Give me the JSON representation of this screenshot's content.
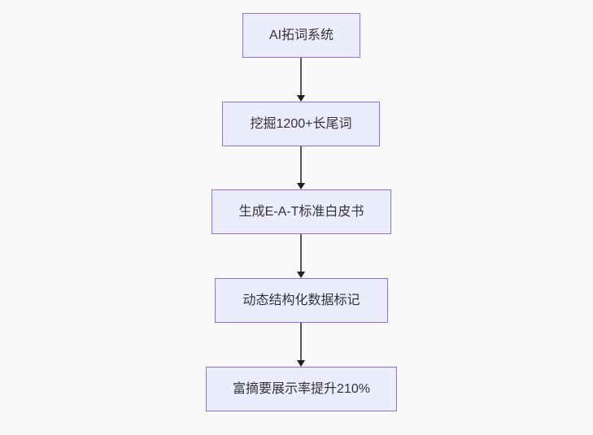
{
  "diagram": {
    "type": "flowchart",
    "direction": "top-down",
    "nodes": [
      {
        "id": "n1",
        "label": "AI拓词系统"
      },
      {
        "id": "n2",
        "label": "挖掘1200+长尾词"
      },
      {
        "id": "n3",
        "label": "生成E-A-T标准白皮书"
      },
      {
        "id": "n4",
        "label": "动态结构化数据标记"
      },
      {
        "id": "n5",
        "label": "富摘要展示率提升210%"
      }
    ],
    "edges": [
      {
        "from": "n1",
        "to": "n2"
      },
      {
        "from": "n2",
        "to": "n3"
      },
      {
        "from": "n3",
        "to": "n4"
      },
      {
        "from": "n4",
        "to": "n5"
      }
    ],
    "colors": {
      "node_fill": "#ececff",
      "node_border": "#9370db",
      "edge_line": "#565656",
      "arrowhead": "#1f1f1f",
      "text": "#333333",
      "background": "#f8f8f8"
    }
  }
}
